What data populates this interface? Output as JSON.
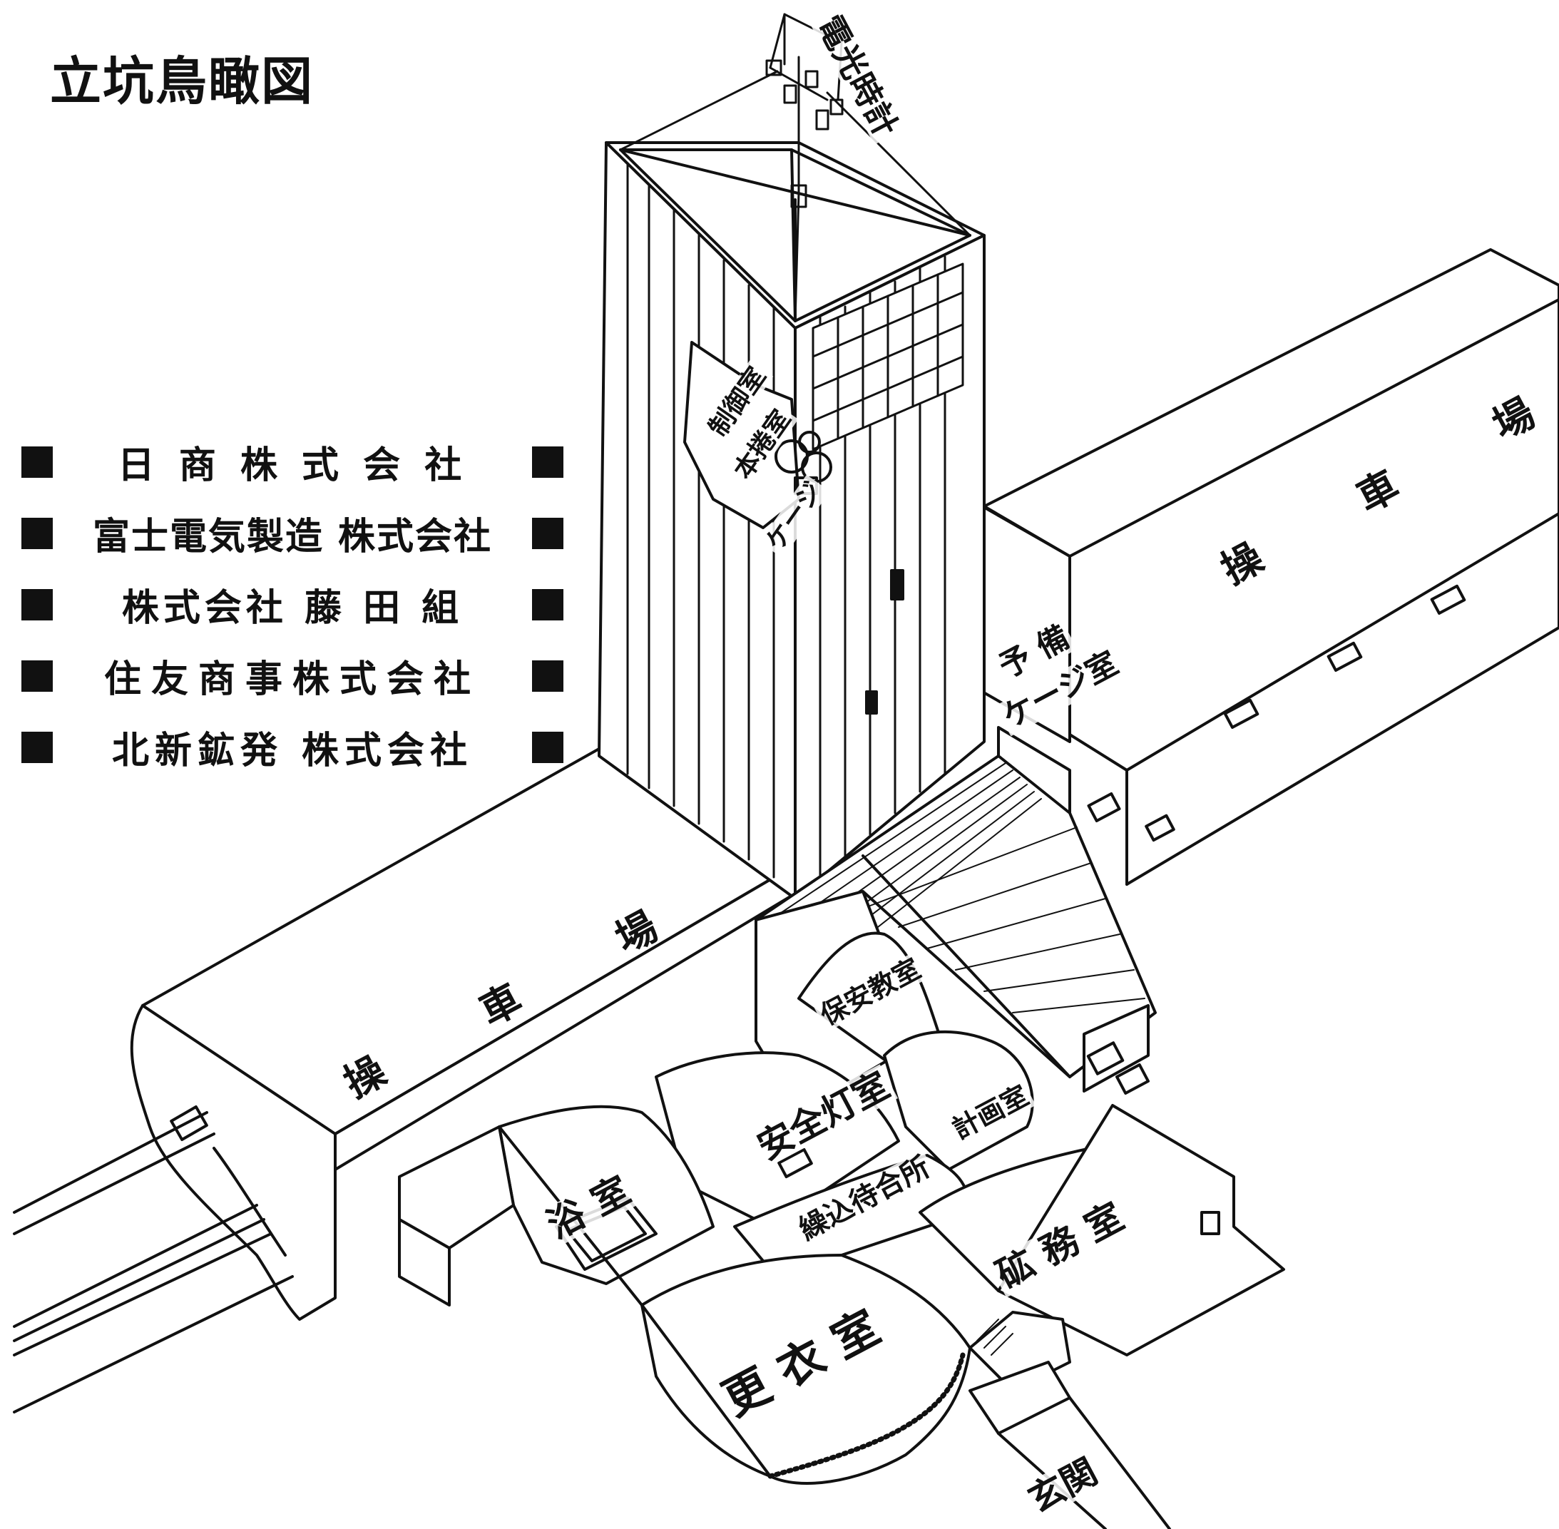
{
  "title": "立坑鳥瞰図",
  "companies": [
    "日 商 株 式 会 社",
    "富士電気製造 株式会社",
    "株式会社 藤 田 組",
    "住友商事株式会社",
    "北新鉱発 株式会社"
  ],
  "labels": {
    "clock": "電光時計",
    "control_room": "制御室",
    "hoist_room": "本捲室",
    "cage": "ケージ",
    "spare_cage_room_1": "予 備",
    "spare_cage_room_2": "ケージ室",
    "yard_right": "操 車 場",
    "yard_left": "操 車 場",
    "safety_classroom": "保安教室",
    "lamp_room": "安全灯室",
    "planning_room": "計画室",
    "waiting_area": "繰込待合所",
    "bath": "浴 室",
    "mining_office": "砿 務 室",
    "changing_room": "更 衣 室",
    "entrance": "玄関"
  }
}
